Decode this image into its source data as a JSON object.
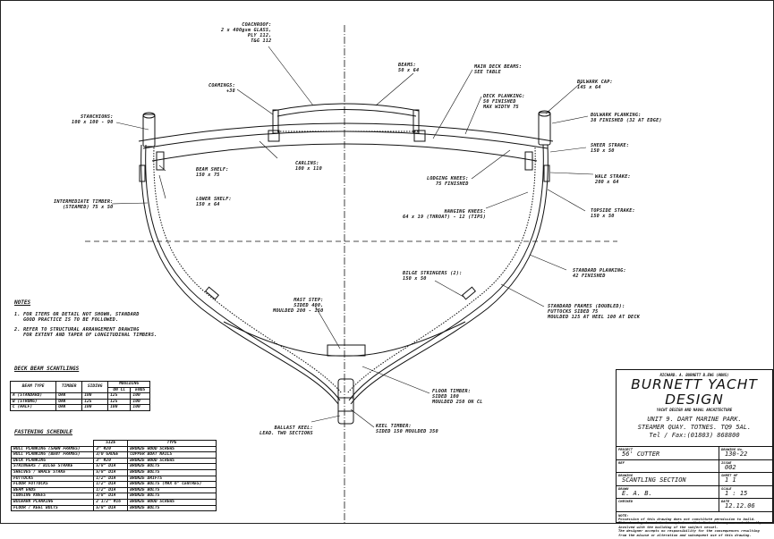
{
  "labels": {
    "coachroof": [
      "COACHROOF:",
      "2 x 400gsm GLASS,",
      "PLY 112,",
      "T&G 112"
    ],
    "coamings": [
      "COAMINGS:",
      "+38"
    ],
    "beams": [
      "BEAMS:",
      "50 x 64"
    ],
    "main_deck_beams": [
      "MAIN DECK BEAMS:",
      "SEE TABLE"
    ],
    "deck_planking": [
      "DECK PLANKING:",
      "50 FINISHED",
      "MAX WIDTH 75"
    ],
    "bulwark_cap": [
      "BULWARK CAP:",
      "145 x 64"
    ],
    "bulwark_planking": [
      "BULWARK PLANKING:",
      "38 FINISHED (32 AT EDGE)"
    ],
    "stanchions": [
      "STANCHIONS:",
      "100 x 100 - 90"
    ],
    "carlins": [
      "CARLINS:",
      "100 x 110"
    ],
    "beam_shelf": [
      "BEAM SHELF:",
      "150 x 75"
    ],
    "lower_shelf": [
      "LOWER SHELF:",
      "150 x 64"
    ],
    "intermediate_timber": [
      "INTERMEDIATE TIMBER:",
      "(STEAMED) 75 x 50"
    ],
    "lodging_knees": [
      "LODGING KNEES:",
      "75 FINISHED"
    ],
    "sheer_strake": [
      "SHEER STRAKE:",
      "150 x 50"
    ],
    "wale_strake": [
      "WALE STRAKE:",
      "200 x 64"
    ],
    "hanging_knees": [
      "HANGING KNEES:",
      "64 x 19 (THROAT) - 12 (TIPS)"
    ],
    "topside_strake": [
      "TOPSIDE STRAKE:",
      "150 x 50"
    ],
    "standard_planking": [
      "STANDARD PLANKING:",
      "42 FINISHED"
    ],
    "bilge_stringers": [
      "BILGE STRINGERS (2):",
      "150 x 50"
    ],
    "standard_frames": [
      "STANDARD FRAMES (DOUBLED):",
      "FUTTOCKS SIDED 75",
      "MOULDED 125 AT HEEL 100 AT DECK"
    ],
    "mast_step": [
      "MAST STEP:",
      "SIDED 400,",
      "MOULDED 200 - 150"
    ],
    "floor_timber": [
      "FLOOR TIMBER:",
      "SIDED 100",
      "MOULDED 250 ON CL"
    ],
    "keel_timber": [
      "KEEL TIMBER:",
      "SIDED 150 MOULDED 350"
    ],
    "ballast_keel": [
      "BALLAST KEEL:",
      "LEAD. TWO SECTIONS"
    ]
  },
  "notes": {
    "title": "NOTES",
    "items": [
      [
        "1. FOR ITEMS OR DETAIL NOT SHOWN, STANDARD",
        "   GOOD PRACTICE IS TO BE FOLLOWED."
      ],
      [
        "2. REFER TO STRUCTURAL ARRANGEMENT DRAWING",
        "   FOR EXTENT AND TAPER OF LONGITUDINAL TIMBERS."
      ]
    ]
  },
  "deck_beam_table": {
    "title": "DECK BEAM SCANTLINGS",
    "headers": [
      "BEAM TYPE",
      "TIMBER",
      "SIDING",
      "MOULDING",
      "ON CL",
      "ENDS"
    ],
    "rows": [
      [
        "A (STANDARD)",
        "OAK",
        "100",
        "125",
        "100"
      ],
      [
        "B (STRONG)",
        "OAK",
        "125",
        "125",
        "100"
      ],
      [
        "C (HALF)",
        "OAK",
        "100",
        "100",
        "100"
      ]
    ]
  },
  "fastening_table": {
    "title": "FASTENING SCHEDULE",
    "headers": [
      "SIZE",
      "TYPE"
    ],
    "rows": [
      [
        "HULL PLANKING (SAWN FRAMES)",
        "3\" #20",
        "BRONZE WOOD SCREWS"
      ],
      [
        "HULL PLANKING (BENT FRAMES)",
        "3/0 GAUGE",
        "COPPER BOAT NAILS"
      ],
      [
        "DECK PLANKING",
        "3\" #20",
        "BRONZE WOOD SCREWS"
      ],
      [
        "STRINGERS / BILGE STRAKE",
        "5/8\" DIA",
        "BRONZE BOLTS"
      ],
      [
        "SHELVES / WHALE STAKE",
        "5/8\" DIA",
        "BRONZE BOLTS"
      ],
      [
        "FUTTOCKS",
        "1/2\" DIA",
        "BRONZE DRIFTS"
      ],
      [
        "FLOOR FUTTOCKS",
        "1/2\" DIA",
        "BRONZE BOLTS (MAX 6\" CENTRES)"
      ],
      [
        "BEAM ENDS",
        "1/2\" DIA",
        "BRONZE BOLTS"
      ],
      [
        "LODGING KNEES",
        "3/8\" DIA",
        "BRONZE BOLTS"
      ],
      [
        "BULWARK PLANKING",
        "2 1/2\" #16",
        "BRONZE WOOD SCREWS"
      ],
      [
        "FLOOR / KEEL BOLTS",
        "5/8\" DIA",
        "BRONZE BOLTS"
      ]
    ]
  },
  "title_block": {
    "designer_line": "RICHARD. A. BURNETT B.ENG (HONS)",
    "brand": "BURNETT YACHT DESIGN",
    "tagline": "YACHT DESIGN AND NAVAL ARCHITECTURE",
    "address": [
      "UNIT 9. DART MARINE PARK.",
      "STEAMER QUAY. TOTNES. TQ9 5AL.",
      "Tel / Fax:(01803) 868800"
    ],
    "fields": [
      {
        "label": "PROJECT",
        "value": "56' CUTTER",
        "label2": "DRAWING No.",
        "value2": "130-22"
      },
      {
        "label": "REF",
        "value": "",
        "label2": "ISSUE",
        "value2": "002"
      },
      {
        "label": "DRAWING",
        "value": "SCANTLING SECTION",
        "label2": "SHEET   OF",
        "value2": "1     1"
      },
      {
        "label": "DRAWN",
        "value": "E. A. B.",
        "label2": "SCALE",
        "value2": "1 : 15"
      },
      {
        "label": "CHECKED",
        "value": "",
        "label2": "DATE",
        "value2": "12.12.06"
      }
    ],
    "note_title": "NOTE:",
    "note_lines": [
      "Possession of this drawing does not constitute permission to build.",
      "This drawing is not to be copied or distributed to anyone not directly",
      "involved with the building of the subject vessel.",
      "The designer accepts no responsibility for the consequences resulting",
      "from the misuse or alteration and subsequent use of this drawing."
    ]
  }
}
